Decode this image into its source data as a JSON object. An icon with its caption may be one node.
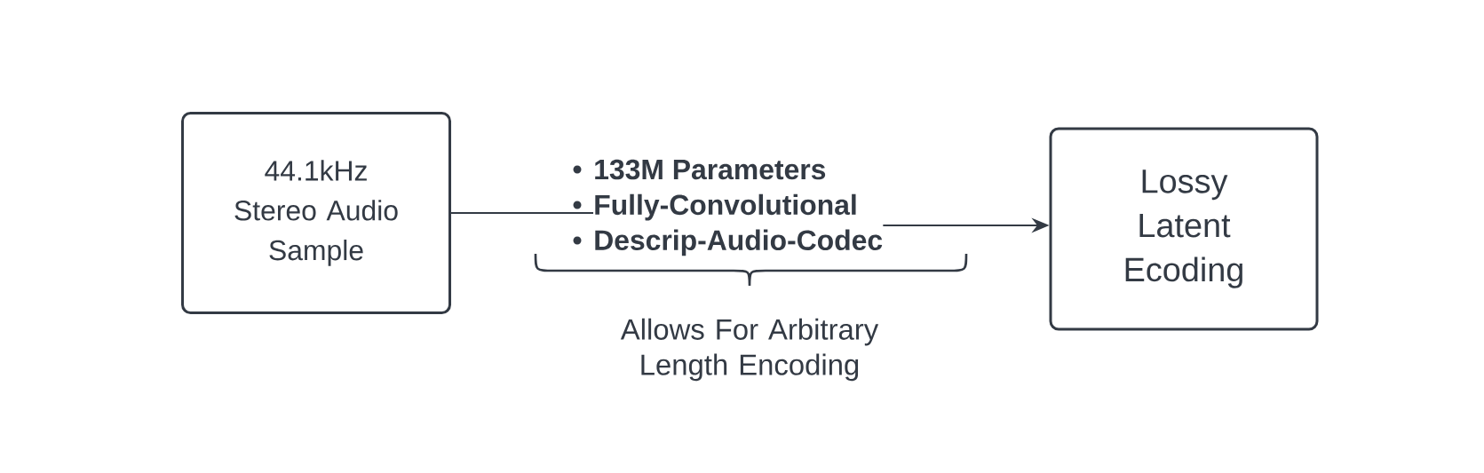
{
  "diagram": {
    "nodes": [
      {
        "text": [
          "44.1kHz Stereo Audio Sample"
        ]
      },
      {
        "text": [
          "133M Parameters",
          "Fully-Convolutional",
          "Descrip-Audio-Codec"
        ]
      },
      {
        "text": [
          "Lossy Latent Ecoding"
        ]
      }
    ],
    "edges": [
      {
        "from": 0,
        "to": 1,
        "arrow": "none"
      },
      {
        "from": 1,
        "to": 2,
        "arrow": "to"
      }
    ],
    "labels": [
      "Allows For Arbitrary Length Encoding"
    ]
  }
}
